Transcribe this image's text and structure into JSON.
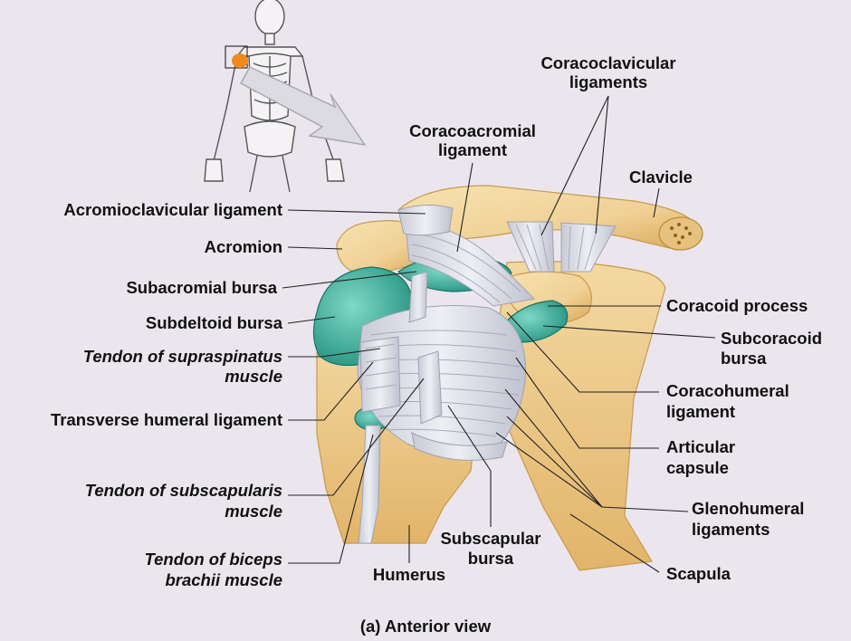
{
  "caption": "(a) Anterior view",
  "labels": {
    "coracoclavicular_1": "Coracoclavicular",
    "coracoclavicular_2": "ligaments",
    "coracoacromial_1": "Coracoacromial",
    "coracoacromial_2": "ligament",
    "clavicle": "Clavicle",
    "acromioclavicular": "Acromioclavicular ligament",
    "acromion": "Acromion",
    "subacromial": "Subacromial bursa",
    "subdeltoid": "Subdeltoid bursa",
    "supraspinatus_1": "Tendon of supraspinatus",
    "supraspinatus_2": "muscle",
    "transverse": "Transverse humeral ligament",
    "subscapularis_1": "Tendon of subscapularis",
    "subscapularis_2": "muscle",
    "biceps_1": "Tendon of biceps",
    "biceps_2": "brachii muscle",
    "coracoid": "Coracoid process",
    "subcoracoid_1": "Subcoracoid",
    "subcoracoid_2": "bursa",
    "coracohumeral_1": "Coracohumeral",
    "coracohumeral_2": "ligament",
    "articular_1": "Articular",
    "articular_2": "capsule",
    "glenohumeral_1": "Glenohumeral",
    "glenohumeral_2": "ligaments",
    "scapula": "Scapula",
    "subscapular_1": "Subscapular",
    "subscapular_2": "bursa",
    "humerus": "Humerus"
  },
  "colors": {
    "background": "#ebe6ee",
    "bone": "#f0d59a",
    "bone_shadow": "#d8aa55",
    "bursa": "#3fb8a4",
    "ligament": "#dcdde6",
    "highlight": "#f08a1e"
  }
}
